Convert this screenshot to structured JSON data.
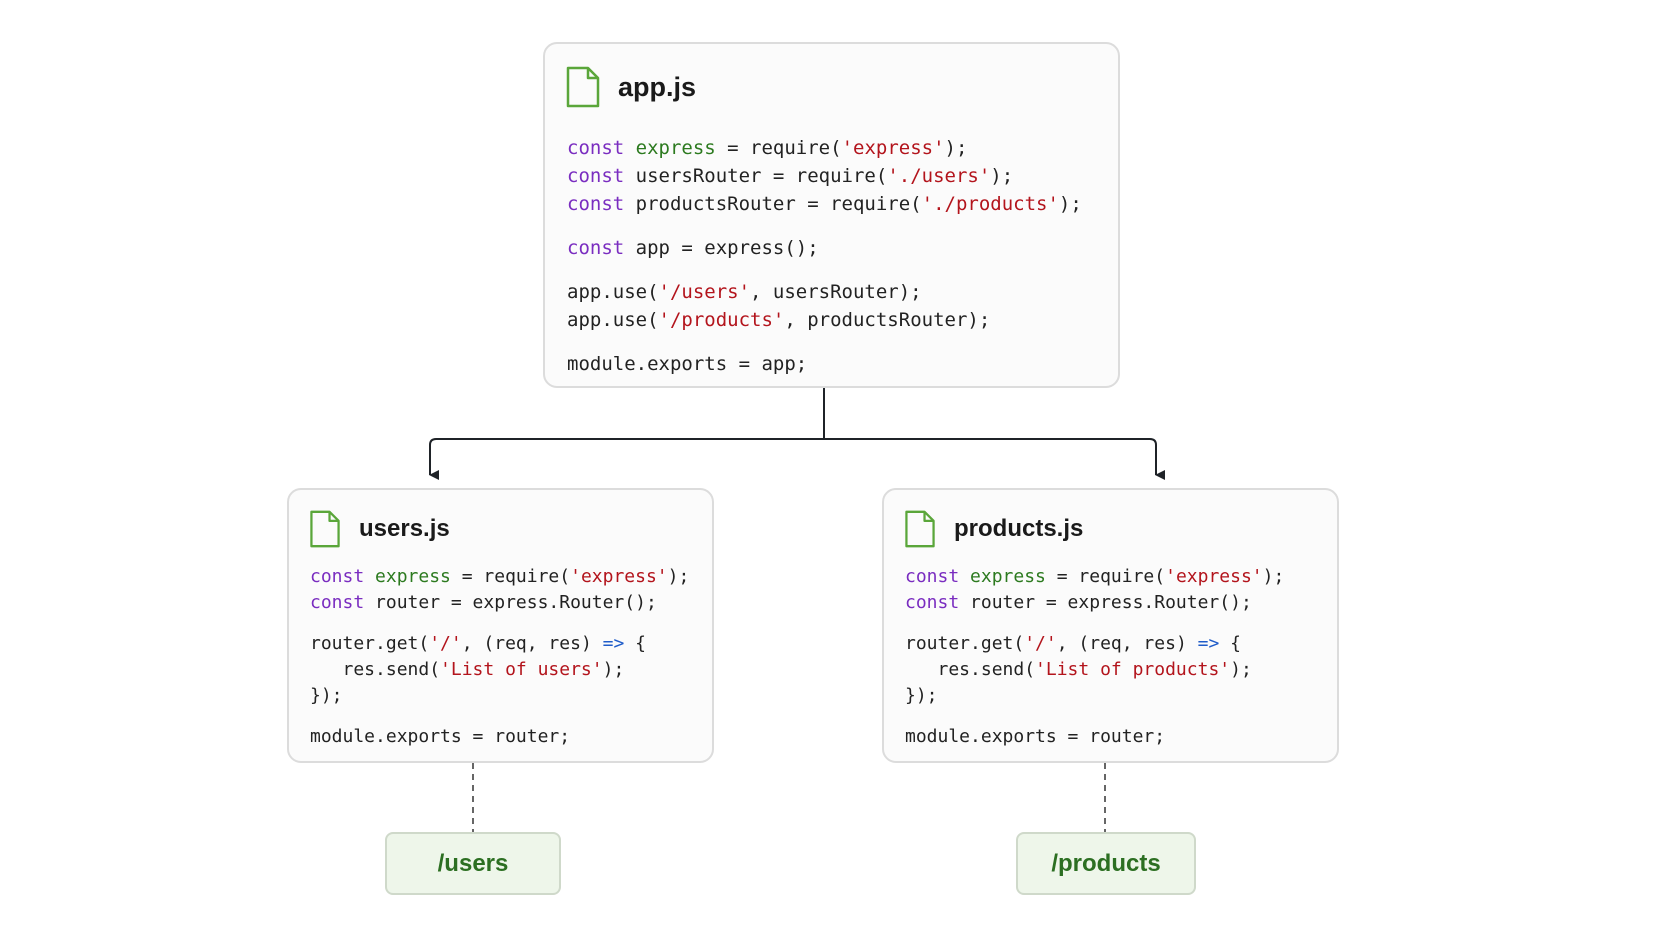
{
  "app_card": {
    "title": "app.js",
    "icon": "file-icon",
    "lines": [
      [
        [
          "kw",
          "const"
        ],
        [
          "p",
          " "
        ],
        [
          "vr",
          "express"
        ],
        [
          "p",
          " = require("
        ],
        [
          "st",
          "'express'"
        ],
        [
          "p",
          ");"
        ]
      ],
      [
        [
          "kw",
          "const"
        ],
        [
          "p",
          " usersRouter = require("
        ],
        [
          "st",
          "'./users'"
        ],
        [
          "p",
          ");"
        ]
      ],
      [
        [
          "kw",
          "const"
        ],
        [
          "p",
          " productsRouter = require("
        ],
        [
          "st",
          "'./products'"
        ],
        [
          "p",
          ");"
        ]
      ],
      [
        [
          "gap",
          ""
        ]
      ],
      [
        [
          "kw",
          "const"
        ],
        [
          "p",
          " app = express();"
        ]
      ],
      [
        [
          "gap",
          ""
        ]
      ],
      [
        [
          "p",
          "app.use("
        ],
        [
          "st",
          "'/users'"
        ],
        [
          "p",
          ", usersRouter);"
        ]
      ],
      [
        [
          "p",
          "app.use("
        ],
        [
          "st",
          "'/products'"
        ],
        [
          "p",
          ", productsRouter);"
        ]
      ],
      [
        [
          "gap",
          ""
        ]
      ],
      [
        [
          "p",
          "module.exports = app;"
        ]
      ]
    ]
  },
  "users_card": {
    "title": "users.js",
    "icon": "file-icon",
    "lines": [
      [
        [
          "kw",
          "const"
        ],
        [
          "p",
          " "
        ],
        [
          "vr",
          "express"
        ],
        [
          "p",
          " = require("
        ],
        [
          "st",
          "'express'"
        ],
        [
          "p",
          ");"
        ]
      ],
      [
        [
          "kw",
          "const"
        ],
        [
          "p",
          " router = express.Router();"
        ]
      ],
      [
        [
          "gap",
          ""
        ]
      ],
      [
        [
          "p",
          "router.get("
        ],
        [
          "st",
          "'/'"
        ],
        [
          "p",
          ", (req, res) "
        ],
        [
          "ar",
          "=>"
        ],
        [
          "p",
          " {"
        ]
      ],
      [
        [
          "p",
          "   res.send("
        ],
        [
          "st",
          "'List of users'"
        ],
        [
          "p",
          ");"
        ]
      ],
      [
        [
          "p",
          "});"
        ]
      ],
      [
        [
          "gap",
          ""
        ]
      ],
      [
        [
          "p",
          "module.exports = router;"
        ]
      ]
    ]
  },
  "products_card": {
    "title": "products.js",
    "icon": "file-icon",
    "lines": [
      [
        [
          "kw",
          "const"
        ],
        [
          "p",
          " "
        ],
        [
          "vr",
          "express"
        ],
        [
          "p",
          " = require("
        ],
        [
          "st",
          "'express'"
        ],
        [
          "p",
          ");"
        ]
      ],
      [
        [
          "kw",
          "const"
        ],
        [
          "p",
          " router = express.Router();"
        ]
      ],
      [
        [
          "gap",
          ""
        ]
      ],
      [
        [
          "p",
          "router.get("
        ],
        [
          "st",
          "'/'"
        ],
        [
          "p",
          ", (req, res) "
        ],
        [
          "ar",
          "=>"
        ],
        [
          "p",
          " {"
        ]
      ],
      [
        [
          "p",
          "   res.send("
        ],
        [
          "st",
          "'List of products'"
        ],
        [
          "p",
          ");"
        ]
      ],
      [
        [
          "p",
          "});"
        ]
      ],
      [
        [
          "gap",
          ""
        ]
      ],
      [
        [
          "p",
          "module.exports = router;"
        ]
      ]
    ]
  },
  "routes": {
    "users": "/users",
    "products": "/products"
  },
  "colors": {
    "keyword": "#7a2dc0",
    "variable": "#2c7a1f",
    "string": "#b3141c",
    "arrow": "#1f5cc9",
    "route_text": "#2c6f22",
    "icon": "#5aa63a"
  }
}
